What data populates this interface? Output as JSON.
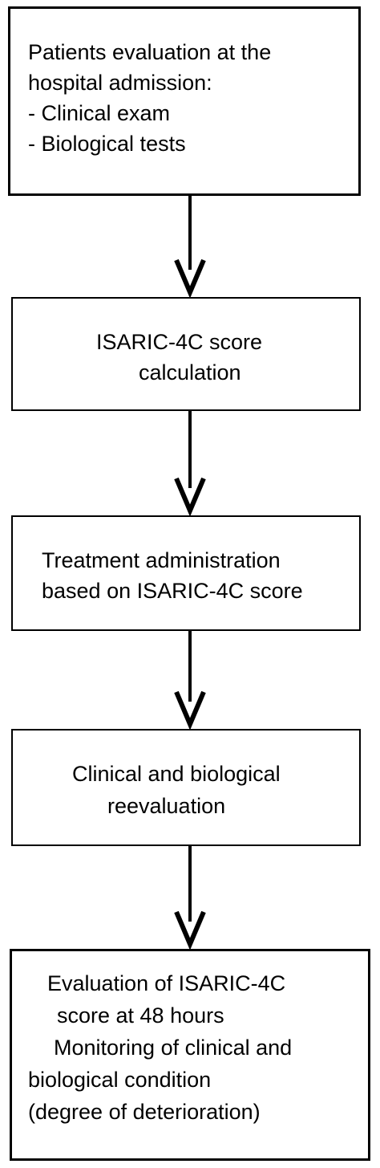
{
  "colors": {
    "stroke": "#000000",
    "background": "#ffffff",
    "text": "#000000"
  },
  "steps": [
    {
      "lines": [
        "Patients evaluation at the",
        "hospital admission:",
        "- Clinical exam",
        "- Biological tests"
      ]
    },
    {
      "lines": [
        "ISARIC-4C score",
        "calculation"
      ]
    },
    {
      "lines": [
        "Treatment administration",
        "based on ISARIC-4C score"
      ]
    },
    {
      "lines": [
        "Clinical and biological",
        "reevaluation"
      ]
    },
    {
      "lines": [
        "Evaluation of ISARIC-4C",
        "score at 48 hours",
        "Monitoring of clinical and",
        "biological condition",
        "(degree of deterioration)"
      ]
    }
  ]
}
